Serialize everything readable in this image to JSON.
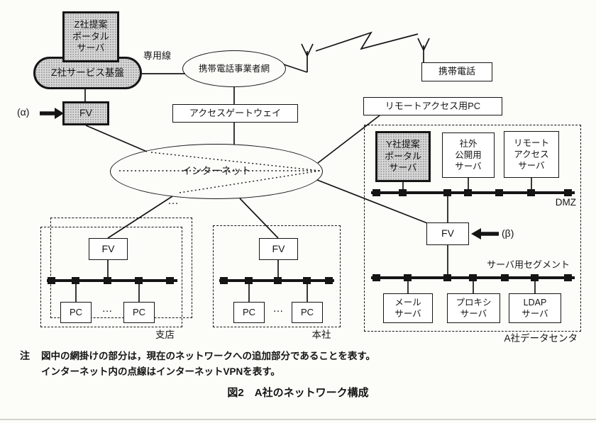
{
  "colors": {
    "ink": "#151515",
    "shade_bg": "#d6d6d6",
    "shade_dot": "#8f8f8f",
    "paper": "#fcfcf9"
  },
  "external": {
    "z_portal": "Z社提案\nポータル\nサーバ",
    "z_platform": "Z社サービス基盤",
    "leased_line": "専用線",
    "alpha": "(α)",
    "fv": "FV",
    "carrier": "携帯電話事業者網",
    "gateway": "アクセスゲートウェイ",
    "phone": "携帯電話",
    "remote_pc": "リモートアクセス用PC"
  },
  "internet": {
    "label": "インターネット",
    "ellipsis": "…"
  },
  "branch": {
    "label": "支店",
    "fv": "FV",
    "pc_left": "PC",
    "dots": "…",
    "pc_right": "PC"
  },
  "hq": {
    "label": "本社",
    "fv": "FV",
    "pc_left": "PC",
    "dots": "…",
    "pc_right": "PC"
  },
  "datacenter": {
    "label": "A社データセンタ",
    "y_portal": "Y社提案\nポータル\nサーバ",
    "public_server": "社外\n公開用\nサーバ",
    "ras": "リモート\nアクセス\nサーバ",
    "dmz": "DMZ",
    "fv": "FV",
    "beta": "(β)",
    "segment": "サーバ用セグメント",
    "mail": "メール\nサーバ",
    "proxy": "プロキシ\nサーバ",
    "ldap": "LDAP\nサーバ"
  },
  "notes": {
    "marker": "注",
    "line1": "図中の網掛けの部分は，現在のネットワークへの追加部分であることを表す。",
    "line2": "インターネット内の点線はインターネットVPNを表す。"
  },
  "caption": "図2　A社のネットワーク構成"
}
